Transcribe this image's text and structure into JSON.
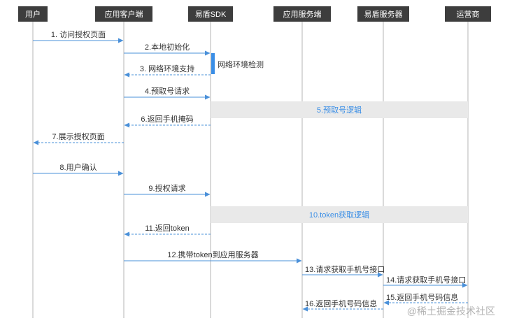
{
  "diagram": {
    "participants": [
      {
        "id": "user",
        "label": "用户"
      },
      {
        "id": "client",
        "label": "应用客户端"
      },
      {
        "id": "sdk",
        "label": "易盾SDK"
      },
      {
        "id": "appserver",
        "label": "应用服务端"
      },
      {
        "id": "ydserver",
        "label": "易盾服务器"
      },
      {
        "id": "operator",
        "label": "运营商"
      }
    ],
    "colors": {
      "header_bg": "#3d3d3d",
      "header_text": "#ffffff",
      "arrow": "#4a90d9",
      "activation": "#3a8ee6",
      "band_bg": "#e9e9e9",
      "band_text": "#3a8ee6",
      "label_text": "#333333"
    },
    "messages": [
      {
        "label": "1. 访问授权页面",
        "from": "user",
        "to": "client",
        "style": "solid"
      },
      {
        "label": "2.本地初始化",
        "from": "client",
        "to": "sdk",
        "style": "solid"
      },
      {
        "label": "3. 网络环境支持",
        "from": "sdk",
        "to": "client",
        "style": "dashed"
      },
      {
        "label": "4.预取号请求",
        "from": "client",
        "to": "sdk",
        "style": "solid"
      },
      {
        "label": "6.返回手机掩码",
        "from": "sdk",
        "to": "client",
        "style": "dashed"
      },
      {
        "label": "7.展示授权页面",
        "from": "client",
        "to": "user",
        "style": "dashed"
      },
      {
        "label": "8.用户确认",
        "from": "user",
        "to": "client",
        "style": "solid"
      },
      {
        "label": "9.授权请求",
        "from": "client",
        "to": "sdk",
        "style": "solid"
      },
      {
        "label": "11.返回token",
        "from": "sdk",
        "to": "client",
        "style": "dashed"
      },
      {
        "label": "12.携带token到应用服务器",
        "from": "client",
        "to": "appserver",
        "style": "solid"
      },
      {
        "label": "13.请求获取手机号接口",
        "from": "appserver",
        "to": "ydserver",
        "style": "solid"
      },
      {
        "label": "14.请求获取手机号接口",
        "from": "ydserver",
        "to": "operator",
        "style": "solid"
      },
      {
        "label": "15.返回手机号码信息",
        "from": "operator",
        "to": "ydserver",
        "style": "dashed"
      },
      {
        "label": "16.返回手机号码信息",
        "from": "ydserver",
        "to": "appserver",
        "style": "dashed"
      }
    ],
    "activation_note": "网络环境检测",
    "bands": [
      {
        "label": "5.预取号逻辑"
      },
      {
        "label": "10.token获取逻辑"
      }
    ],
    "watermark": "@稀土掘金技术社区"
  }
}
